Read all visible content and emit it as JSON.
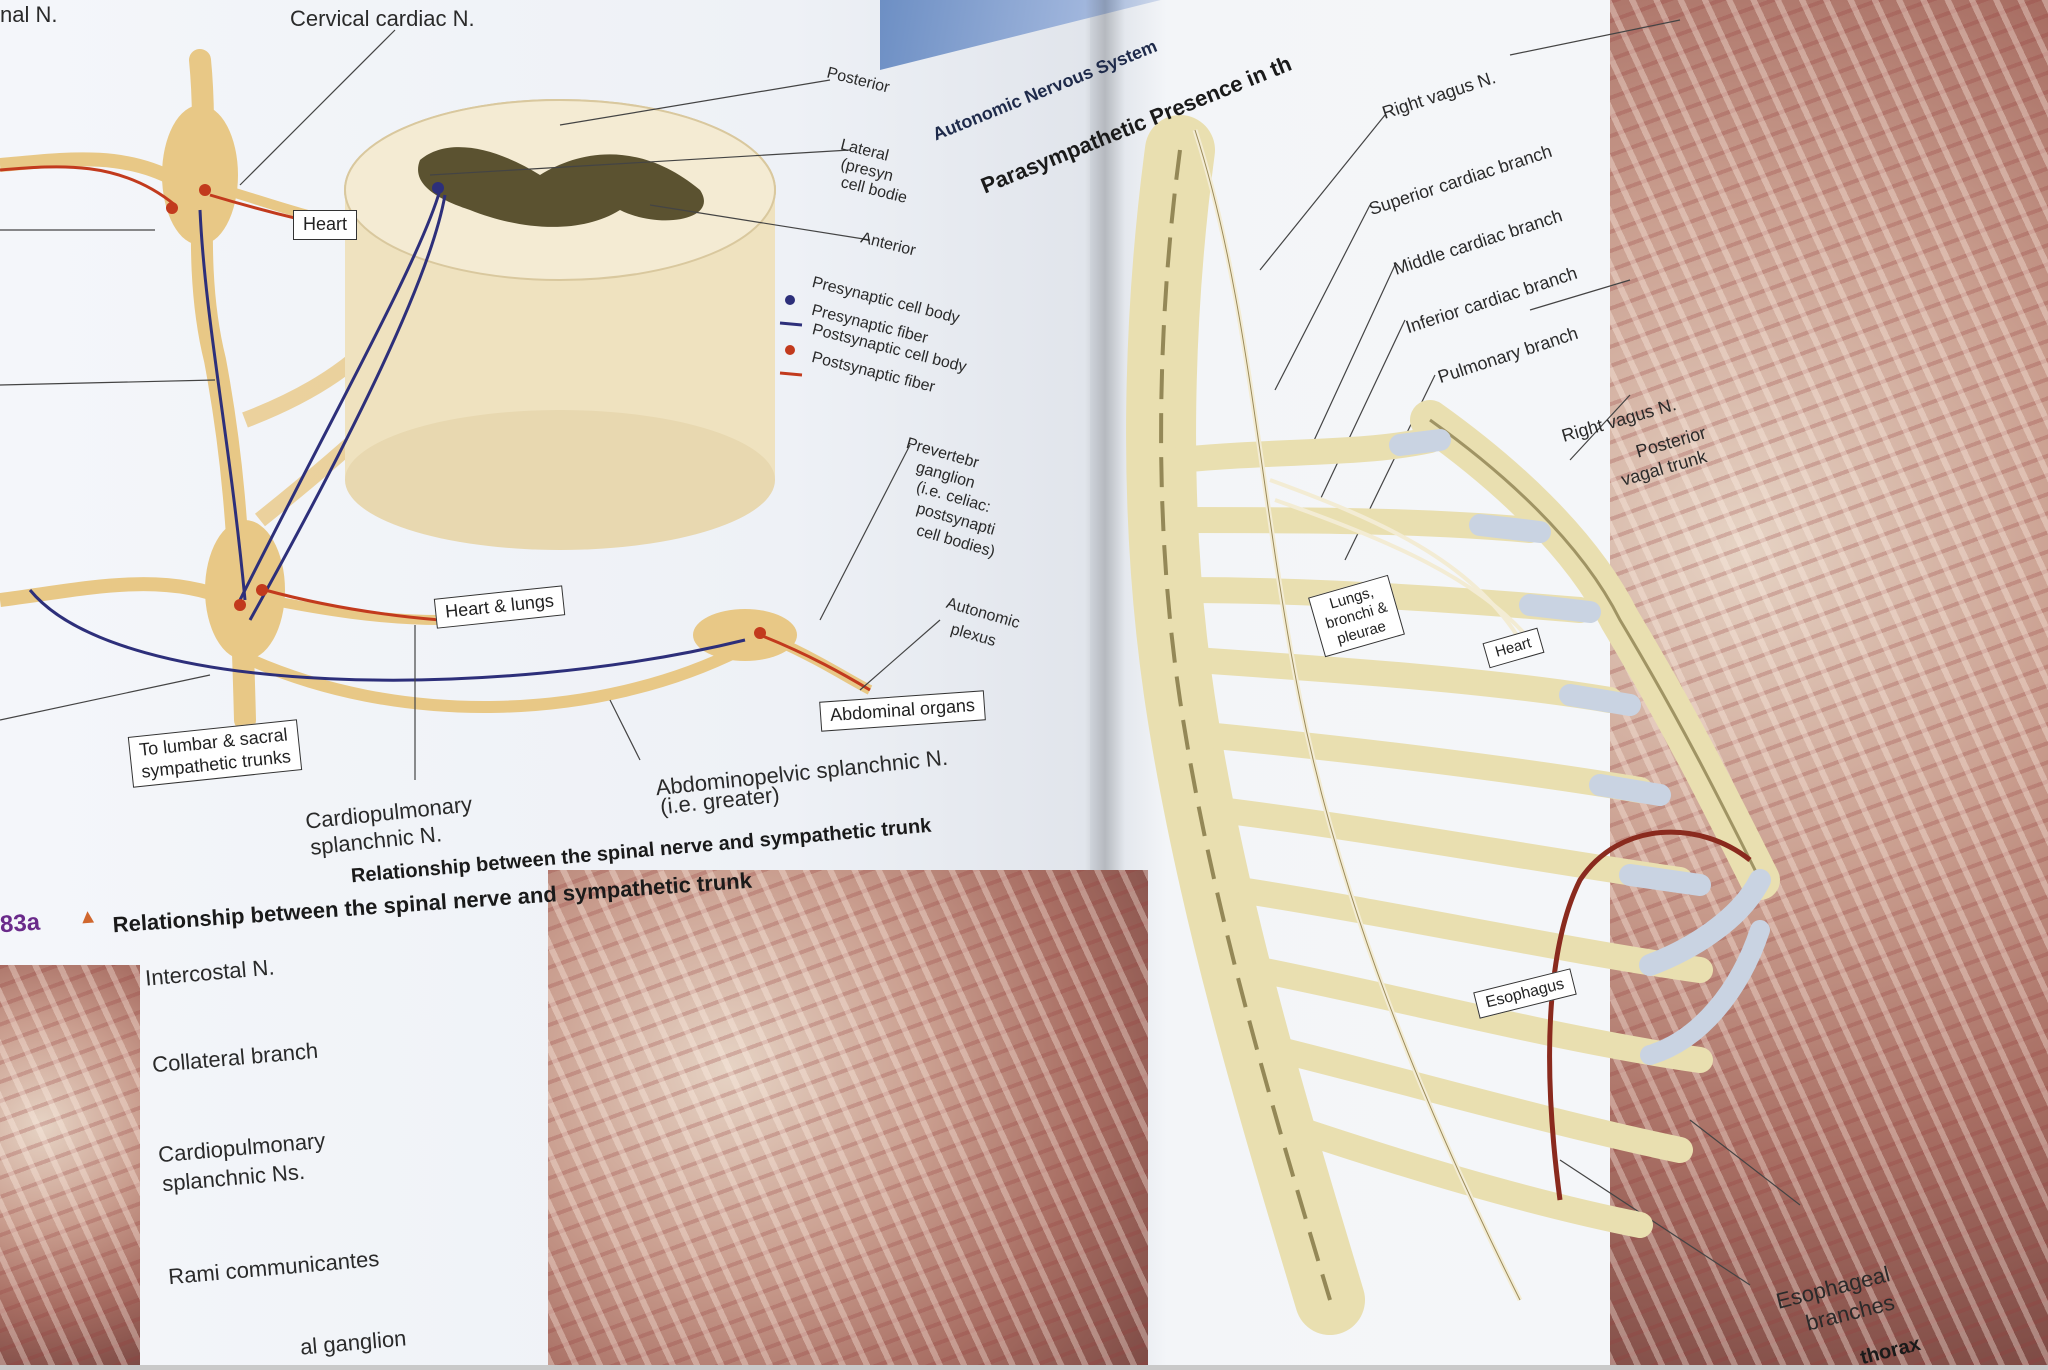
{
  "left_page": {
    "labels": {
      "nal_n": "nal N.",
      "cervical_cardiac_n": "Cervical cardiac N.",
      "posterior": "Posterior",
      "lateral": "Lateral",
      "presyn": "(presyn",
      "cell_bodies": "cell bodie",
      "anterior": "Anterior",
      "cardiopulmonary_splanchnic_n_1": "Cardiopulmonary",
      "cardiopulmonary_splanchnic_n_2": "splanchnic N.",
      "abdominopelvic_1": "Abdominopelvic splanchnic N.",
      "abdominopelvic_2": "(i.e. greater)",
      "prevertebral_1": "Prevertebr",
      "prevertebral_2": "ganglion",
      "prevertebral_3": "(i.e. celiac:",
      "prevertebral_4": "postsynapti",
      "prevertebral_5": "cell bodies)",
      "autonomic_plexus_1": "Autonomic",
      "autonomic_plexus_2": "plexus"
    },
    "boxes": {
      "heart": "Heart",
      "heart_lungs": "Heart & lungs",
      "to_lumbar_1": "To lumbar & sacral",
      "to_lumbar_2": "sympathetic trunks",
      "abdominal_organs": "Abdominal organs"
    },
    "legend": {
      "presynaptic_cell_body": "Presynaptic cell body",
      "presynaptic_fiber": "Presynaptic fiber",
      "postsynaptic_cell_body": "Postsynaptic cell body",
      "postsynaptic_fiber": "Postsynaptic fiber"
    },
    "colors": {
      "nerve": "#e8c886",
      "cord_gray": "#5b5230",
      "pre": "#2d2f7a",
      "post": "#c23a1d"
    },
    "figure_caption_fig": "83a",
    "figure_caption_text": "Relationship between the spinal nerve and sympathetic trunk",
    "subcaption": "Relationship between the spinal nerve and sympathetic trunk",
    "photo_labels": {
      "intercostal_n": "Intercostal N.",
      "collateral_branch": "Collateral branch",
      "cardiopulmonary_1": "Cardiopulmonary",
      "cardiopulmonary_2": "splanchnic Ns.",
      "rami_communicantes": "Rami communicantes",
      "ganglion": "al ganglion"
    }
  },
  "right_page": {
    "heading_1": "Autonomic Nervous System",
    "heading_2": "Parasympathetic Presence in th",
    "labels": {
      "right_vagus_n_top": "Right vagus N.",
      "superior_cardiac_branch": "Superior cardiac branch",
      "middle_cardiac_branch": "Middle cardiac branch",
      "inferior_cardiac_branch": "Inferior cardiac branch",
      "pulmonary_branch": "Pulmonary branch",
      "right_vagus_n": "Right vagus N.",
      "posterior_vagal_1": "Posterior",
      "posterior_vagal_2": "vagal trunk",
      "esophageal_1": "Esophageal",
      "esophageal_2": "branches",
      "thorax": "thorax"
    },
    "boxes": {
      "lungs_1": "Lungs,",
      "lungs_2": "bronchi &",
      "lungs_3": "pleurae",
      "heart": "Heart",
      "esophagus": "Esophagus"
    },
    "colors": {
      "bone": "#e9dfb0",
      "bone_shadow": "#6f6232",
      "cartilage": "#c9d3e2",
      "esophagus": "#8a2a1e"
    }
  }
}
